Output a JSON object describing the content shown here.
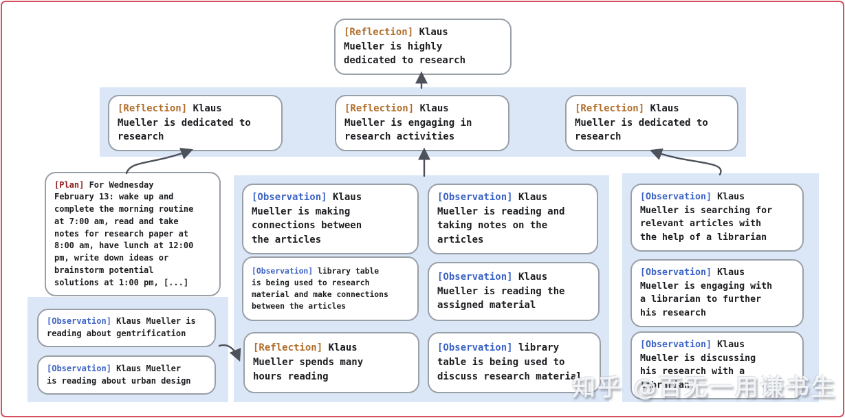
{
  "watermark": {
    "text": "知乎 @百无一用谦书生"
  },
  "colors": {
    "frame_border": "#d5505e",
    "band_background": "#dbe7f7",
    "box_border": "#999fa7",
    "arrow": "#4c515a",
    "reflection_tag": "#b06e2b",
    "observation_tag": "#3c63c4",
    "plan_tag": "#8e1b1b",
    "body_text": "#1b1d20"
  },
  "nodes": {
    "root": {
      "tag": "[Reflection]",
      "text": "Klaus\nMueller is highly\ndedicated to research"
    },
    "branch_left": {
      "tag": "[Reflection]",
      "text": "Klaus\nMueller is dedicated to\nresearch"
    },
    "branch_mid": {
      "tag": "[Reflection]",
      "text": "Klaus\nMueller is engaging in\nresearch activities"
    },
    "branch_right": {
      "tag": "[Reflection]",
      "text": "Klaus\nMueller is dedicated to\nresearch"
    },
    "plan": {
      "tag": "[Plan]",
      "text": "For Wednesday\nFebruary 13: wake up and\ncomplete the morning routine\nat 7:00 am, read and take\nnotes for research paper at\n8:00 am, have lunch at 12:00\npm, write down ideas or\nbrainstorm potential\nsolutions at 1:00 pm, [...]"
    },
    "obs_gentrification": {
      "tag": "[Observation]",
      "text": "Klaus Mueller is\nreading about gentrification"
    },
    "obs_urban_design": {
      "tag": "[Observation]",
      "text": "Klaus Mueller\nis reading about urban design"
    },
    "obs_connections": {
      "tag": "[Observation]",
      "text": "Klaus\nMueller is making\nconnections between\nthe articles"
    },
    "obs_library_research": {
      "tag": "[Observation]",
      "text": "library table\nis being used to research\nmaterial and make connections\nbetween the articles"
    },
    "refl_hours_reading": {
      "tag": "[Reflection]",
      "text": "Klaus\nMueller spends many\nhours reading"
    },
    "obs_taking_notes": {
      "tag": "[Observation]",
      "text": "Klaus\nMueller is reading and\ntaking notes on the\narticles"
    },
    "obs_assigned_material": {
      "tag": "[Observation]",
      "text": "Klaus\nMueller is reading the\nassigned material"
    },
    "obs_library_discuss": {
      "tag": "[Observation]",
      "text": "library\ntable is being used to\ndiscuss research material"
    },
    "obs_searching_articles": {
      "tag": "[Observation]",
      "text": "Klaus\nMueller is searching for\nrelevant articles with\nthe help of a librarian"
    },
    "obs_engaging_librarian": {
      "tag": "[Observation]",
      "text": "Klaus\nMueller is engaging with\na librarian to further\nhis research"
    },
    "obs_discussing_research": {
      "tag": "[Observation]",
      "text": "Klaus\nMueller is discussing\nhis research with a\nlibrarian"
    }
  }
}
